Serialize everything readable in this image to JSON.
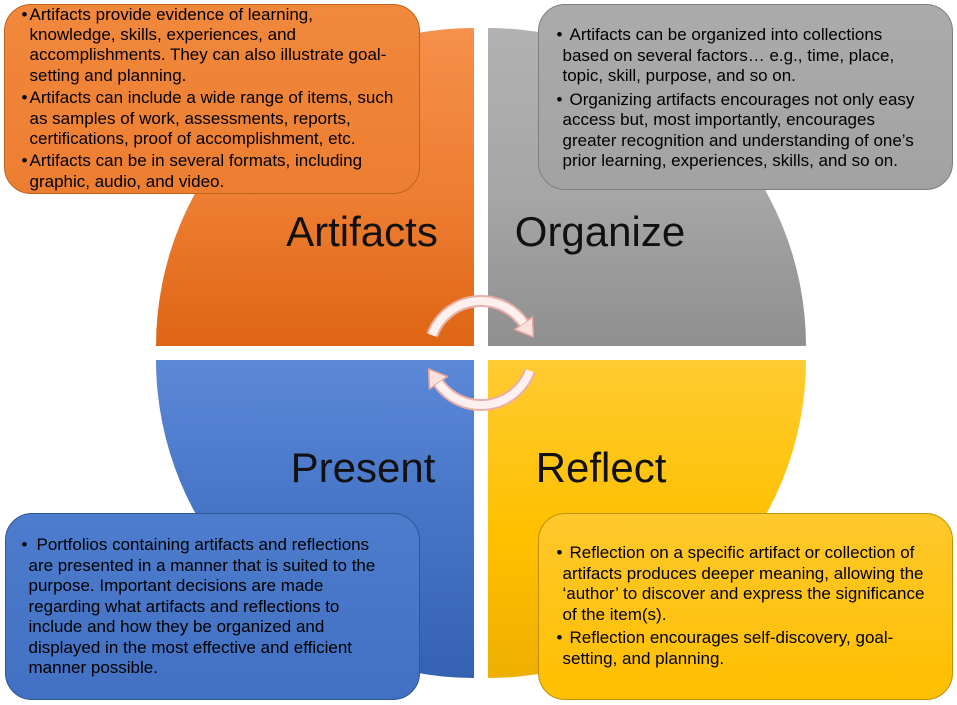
{
  "bullet_symbol": "•",
  "quadrants": {
    "artifacts": {
      "label": "Artifacts",
      "color": "#ED7D31"
    },
    "organize": {
      "label": "Organize",
      "color": "#A5A5A5"
    },
    "present": {
      "label": "Present",
      "color": "#4472C4"
    },
    "reflect": {
      "label": "Reflect",
      "color": "#FFC000"
    }
  },
  "arrows": {
    "icon": "cycle-arrows-icon",
    "color": "#E8AFA8"
  },
  "boxes": {
    "artifacts": {
      "bullets": [
        [
          "Artifacts provide evidence of learning,",
          "knowledge, skills, experiences, and",
          "accomplishments. They can also illustrate goal-",
          "setting and planning."
        ],
        [
          "Artifacts can include a wide range of items, such",
          "as samples of work, assessments, reports,",
          "certifications, proof of accomplishment, etc."
        ],
        [
          "Artifacts can be in several formats, including",
          "graphic, audio, and video."
        ]
      ]
    },
    "organize": {
      "bullets": [
        [
          "Artifacts can be organized into collections",
          "based on several factors… e.g., time, place,",
          "topic, skill, purpose, and so on."
        ],
        [
          "Organizing artifacts encourages not only easy",
          "access but, most importantly, encourages",
          "greater recognition and understanding of one’s",
          "prior learning, experiences, skills, and so on."
        ]
      ]
    },
    "present": {
      "bullets": [
        [
          "Portfolios containing artifacts and reflections",
          "are presented in a manner that is suited to the",
          "purpose. Important decisions are made",
          "regarding what artifacts and reflections to",
          "include and how they be organized and",
          "displayed in the most effective and efficient",
          "manner possible."
        ]
      ]
    },
    "reflect": {
      "bullets": [
        [
          "Reflection on a specific artifact or collection of",
          "artifacts produces deeper meaning, allowing the",
          "‘author’ to discover and express the significance",
          "of the item(s)."
        ],
        [
          "Reflection encourages self-discovery, goal-",
          "setting, and planning."
        ]
      ]
    }
  }
}
